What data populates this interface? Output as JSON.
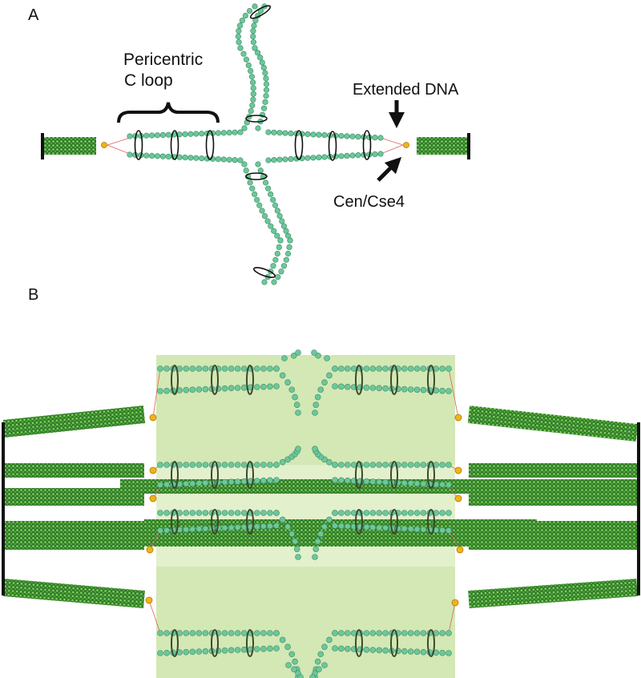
{
  "panel_a": {
    "letter": "A",
    "pericentric_line1": "Pericentric",
    "pericentric_line2": "C loop",
    "extended_dna": "Extended DNA",
    "cen_cse4": "Cen/Cse4"
  },
  "panel_b": {
    "letter": "B"
  },
  "colors": {
    "bead_fill": "#6cc79b",
    "bead_stroke": "#3e8a64",
    "microtubule_dark": "#2f7a2a",
    "microtubule_light": "#7ccf55",
    "kinetochore": "#f2b21a",
    "spindle_pole": "#111111",
    "tether": "#e06060",
    "background_panel": "#d3e8b4"
  }
}
